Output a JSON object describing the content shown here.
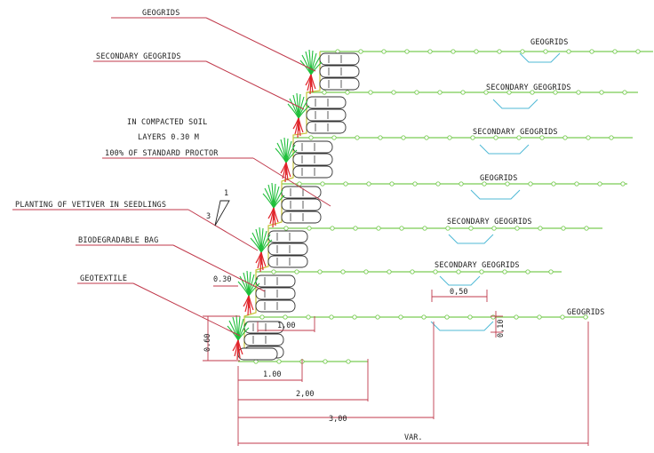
{
  "labels": {
    "geogrids_top_left": "GEOGRIDS",
    "secondary_geogrids_left": "SECONDARY GEOGRIDS",
    "compacted_1": "IN COMPACTED SOIL",
    "compacted_2": "LAYERS 0.30 M",
    "compacted_3": "100% OF STANDARD PROCTOR",
    "planting": "PLANTING OF VETIVER IN SEEDLINGS",
    "biodegradable": "BIODEGRADABLE BAG",
    "geotextile": "GEOTEXTILE",
    "slope_top": "1",
    "slope_side": "3"
  },
  "layer_labels": [
    "GEOGRIDS",
    "SECONDARY GEOGRIDS",
    "SECONDARY GEOGRIDS",
    "GEOGRIDS",
    "SECONDARY GEOGRIDS",
    "SECONDARY GEOGRIDS",
    "GEOGRIDS"
  ],
  "dimensions": {
    "d_0_30_left": "0.30",
    "d_0_60": "0.60",
    "d_1_00_small": "1,00",
    "d_1_00": "1.00",
    "d_2_00": "2,00",
    "d_3_00": "3,00",
    "d_var": "VAR.",
    "d_0_50": "0,50",
    "d_0_10": "0,10"
  },
  "colors": {
    "geogrid": "#7acc55",
    "vetiver": "#1fbf3a",
    "roots": "#e0242b",
    "leader": "#c0394b",
    "trough": "#4fb9d6",
    "wall": "#c9c43a"
  }
}
